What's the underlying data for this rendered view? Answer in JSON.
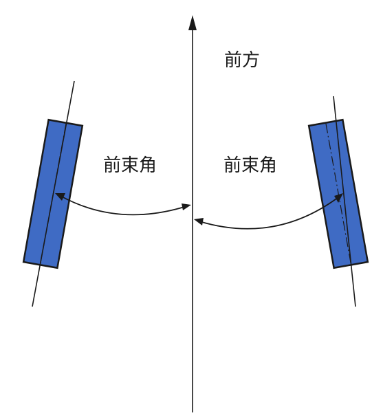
{
  "labels": {
    "forward": "前方",
    "toe_angle_left": "前束角",
    "toe_angle_right": "前束角"
  },
  "colors": {
    "wheel_fill": "#3f6bc4",
    "line": "#1a1a1a",
    "background": "#ffffff"
  }
}
